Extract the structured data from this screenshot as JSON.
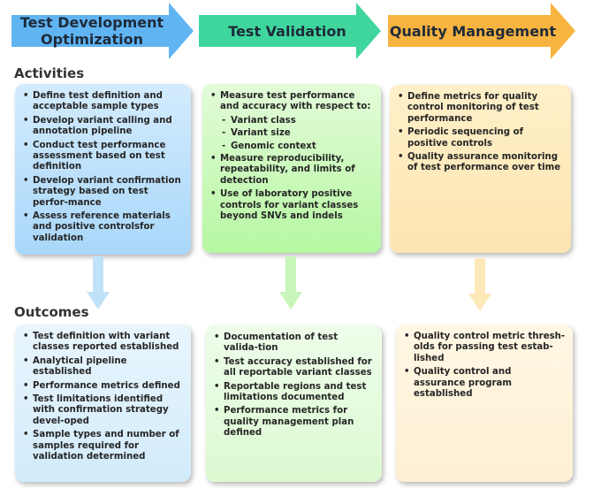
{
  "stages": [
    {
      "title": "Test Development Optimization",
      "color": "#60b4f2"
    },
    {
      "title": "Test Validation",
      "color": "#3fd69e"
    },
    {
      "title": "Quality Management",
      "color": "#f8b440"
    }
  ],
  "sections": {
    "activities": "Activities",
    "outcomes": "Outcomes"
  },
  "activities": [
    {
      "items": [
        {
          "text": "Define test definition and acceptable sample types"
        },
        {
          "text": "Develop variant calling and annotation pipeline"
        },
        {
          "text": "Conduct test performance assessment based on test definition"
        },
        {
          "text": "Develop variant confirmation strategy based on test perfor-mance"
        },
        {
          "text": "Assess reference materials and positive controlsfor validation"
        }
      ]
    },
    {
      "items": [
        {
          "text": "Measure test performance and accuracy with respect to:"
        },
        {
          "text": "Variant class",
          "sub": true
        },
        {
          "text": "Variant size",
          "sub": true
        },
        {
          "text": "Genomic context",
          "sub": true
        },
        {
          "text": "Measure reproducibility, repeatability, and limits of detection"
        },
        {
          "text": "Use of laboratory positive controls for variant classes beyond SNVs and indels"
        }
      ]
    },
    {
      "items": [
        {
          "text": "Define metrics for quality control monitoring of test performance"
        },
        {
          "text": "Periodic sequencing of positive controls"
        },
        {
          "text": "Quality assurance monitoring of test performance over time"
        }
      ]
    }
  ],
  "outcomes": [
    {
      "items": [
        {
          "text": "Test definition with variant classes reported established"
        },
        {
          "text": "Analytical pipeline established"
        },
        {
          "text": "Performance metrics defined"
        },
        {
          "text": "Test limitations identified with confirmation strategy devel-oped"
        },
        {
          "text": "Sample types and number of samples required for validation determined"
        }
      ]
    },
    {
      "items": [
        {
          "text": "Documentation of test valida-tion"
        },
        {
          "text": "Test accuracy established for all reportable variant classes"
        },
        {
          "text": "Reportable regions and test limitations documented"
        },
        {
          "text": "Performance metrics for quality management plan defined"
        }
      ]
    },
    {
      "items": [
        {
          "text": "Quality control metric thresh-olds for passing test estab-lished"
        },
        {
          "text": "Quality control and assurance program established"
        }
      ]
    }
  ]
}
